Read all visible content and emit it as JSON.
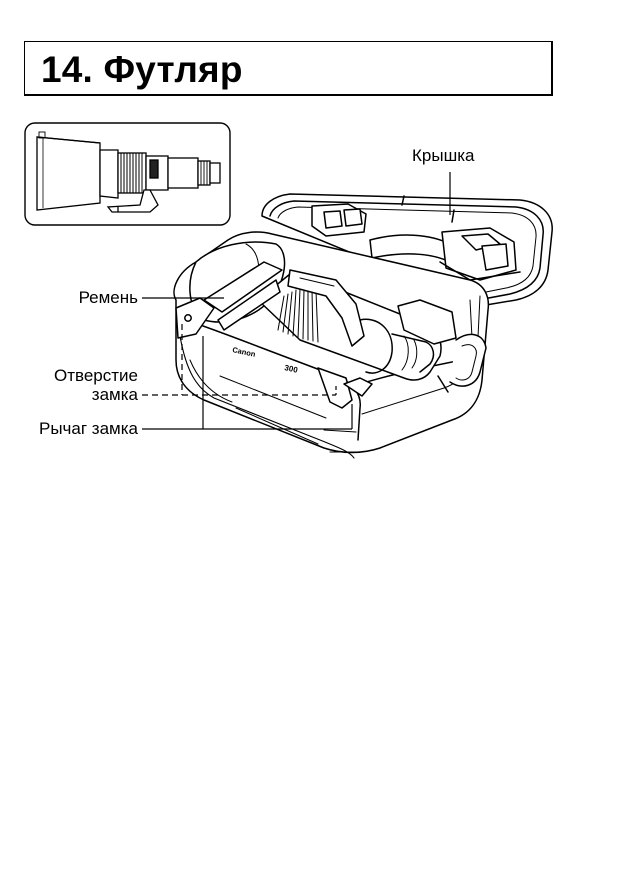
{
  "page": {
    "section_title": "14. Футляр"
  },
  "figure": {
    "callouts": {
      "lid": "Крышка",
      "strap": "Ремень",
      "lock_hole_line1": "Отверстие",
      "lock_hole_line2": "замка",
      "lock_lever": "Рычаг замка"
    },
    "lens_brand_mark": "Canon",
    "lens_marking": "300"
  }
}
